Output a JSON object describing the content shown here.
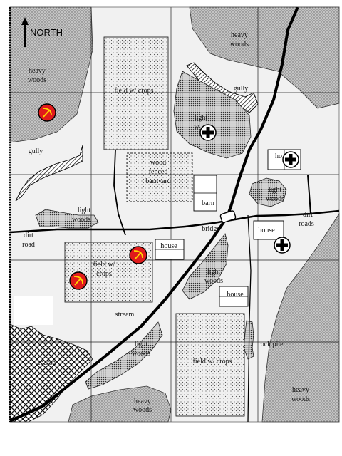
{
  "compass": {
    "label": "NORTH"
  },
  "labels": {
    "heavy_woods_nw_1": "heavy",
    "heavy_woods_nw_2": "woods",
    "heavy_woods_ne_1": "heavy",
    "heavy_woods_ne_2": "woods",
    "heavy_woods_s_1": "heavy",
    "heavy_woods_s_2": "woods",
    "heavy_woods_se_1": "heavy",
    "heavy_woods_se_2": "woods",
    "gully_w": "gully",
    "gully_ne": "gully",
    "field_n": "field w/ crops",
    "field_w_1": "field w/",
    "field_w_2": "crops",
    "field_s": "field w/ crops",
    "light_woods_ne_1": "light",
    "light_woods_ne_2": "w",
    "light_woods_w_1": "light",
    "light_woods_w_2": "woods",
    "light_woods_e_1": "light",
    "light_woods_e_2": "woods",
    "light_woods_c_1": "light",
    "light_woods_c_2": "woods",
    "light_woods_s_1": "light",
    "light_woods_s_2": "woods",
    "barnyard_1": "wood",
    "barnyard_2": "fenced",
    "barnyard_3": "barnyard",
    "barn": "barn",
    "bridge": "bridge",
    "dirt_road": "dirt",
    "dirt_road_2": "road",
    "dirt_roads": "dirt",
    "dirt_roads_2": "roads",
    "house_ne": "ho",
    "house_e": "house",
    "house_c": "house",
    "house_se": "house",
    "stream": "stream",
    "marsh": "marsh",
    "rock_pile": "rock pile"
  }
}
